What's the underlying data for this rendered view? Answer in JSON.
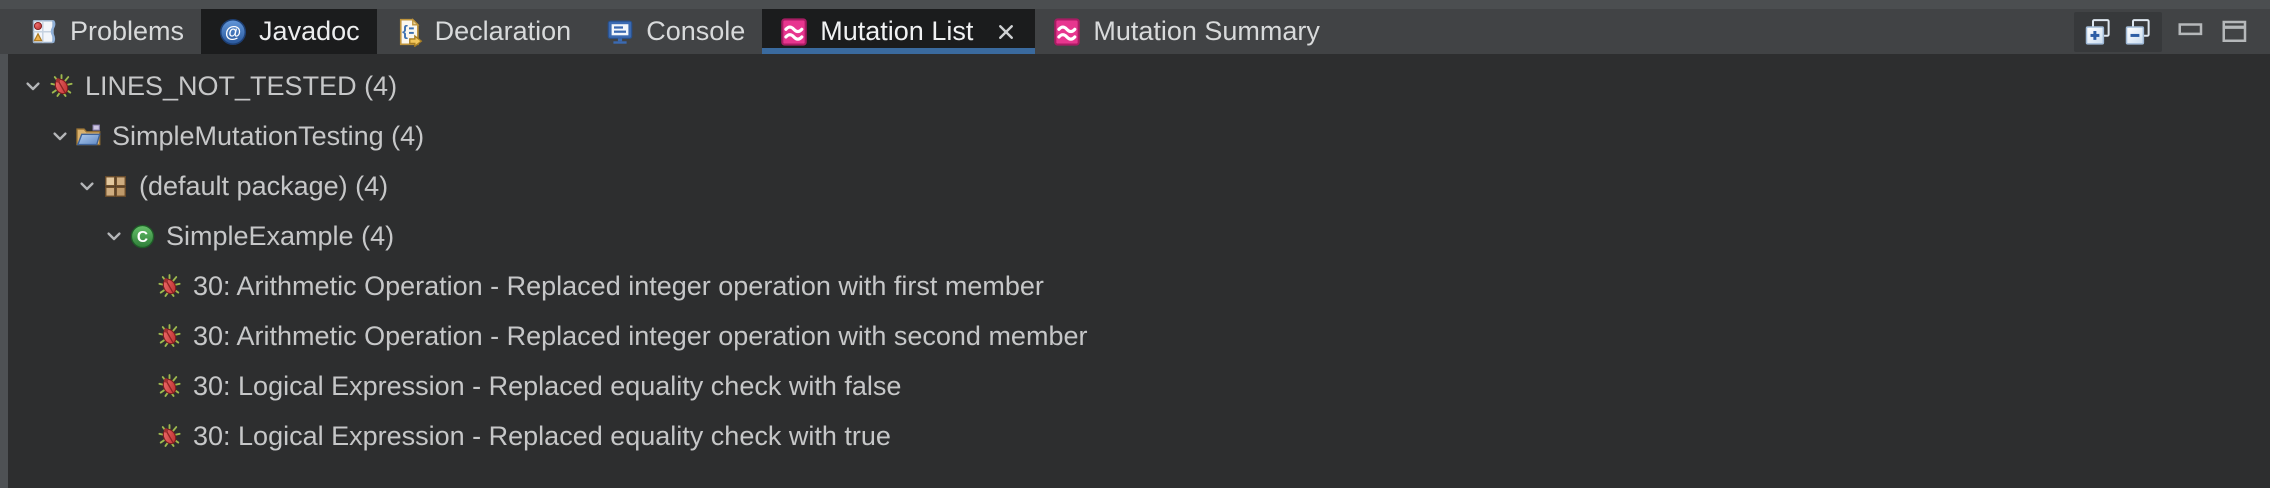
{
  "tabs": [
    {
      "label": "Problems",
      "icon": "problems-icon",
      "state": "normal"
    },
    {
      "label": "Javadoc",
      "icon": "javadoc-icon",
      "state": "dark"
    },
    {
      "label": "Declaration",
      "icon": "declaration-icon",
      "state": "normal"
    },
    {
      "label": "Console",
      "icon": "console-icon",
      "state": "normal"
    },
    {
      "label": "Mutation List",
      "icon": "mutation-icon",
      "state": "selected",
      "closable": true
    },
    {
      "label": "Mutation Summary",
      "icon": "mutation-icon",
      "state": "normal"
    }
  ],
  "view_toolbar": {
    "buttons": [
      {
        "name": "expand-all"
      },
      {
        "name": "collapse-all"
      },
      {
        "name": "minimize"
      },
      {
        "name": "maximize"
      }
    ]
  },
  "tree": {
    "rows": [
      {
        "level": 0,
        "expanded": true,
        "icon": "bug-icon",
        "label": "LINES_NOT_TESTED (4)"
      },
      {
        "level": 1,
        "expanded": true,
        "icon": "java-project-icon",
        "label": "SimpleMutationTesting (4)"
      },
      {
        "level": 2,
        "expanded": true,
        "icon": "package-icon",
        "label": "(default package) (4)"
      },
      {
        "level": 3,
        "expanded": true,
        "icon": "class-icon",
        "label": "SimpleExample (4)"
      },
      {
        "level": 4,
        "icon": "bug-icon",
        "label": "30: Arithmetic Operation - Replaced integer operation with first member"
      },
      {
        "level": 4,
        "icon": "bug-icon",
        "label": "30: Arithmetic Operation - Replaced integer operation with second member"
      },
      {
        "level": 4,
        "icon": "bug-icon",
        "label": "30: Logical Expression - Replaced equality check with false"
      },
      {
        "level": 4,
        "icon": "bug-icon",
        "label": "30: Logical Expression - Replaced equality check with true"
      }
    ]
  },
  "colors": {
    "tab_bar_bg": "#414345",
    "active_tab_bg": "#1b1c1d",
    "active_tab_underline": "#3a6a9e",
    "tree_bg": "#2d2e2f",
    "tree_text": "#c6c7c8",
    "tab_text": "#d8dadb",
    "sash": "#4c4f51",
    "mutation_icon_pink": "#e7368f"
  }
}
